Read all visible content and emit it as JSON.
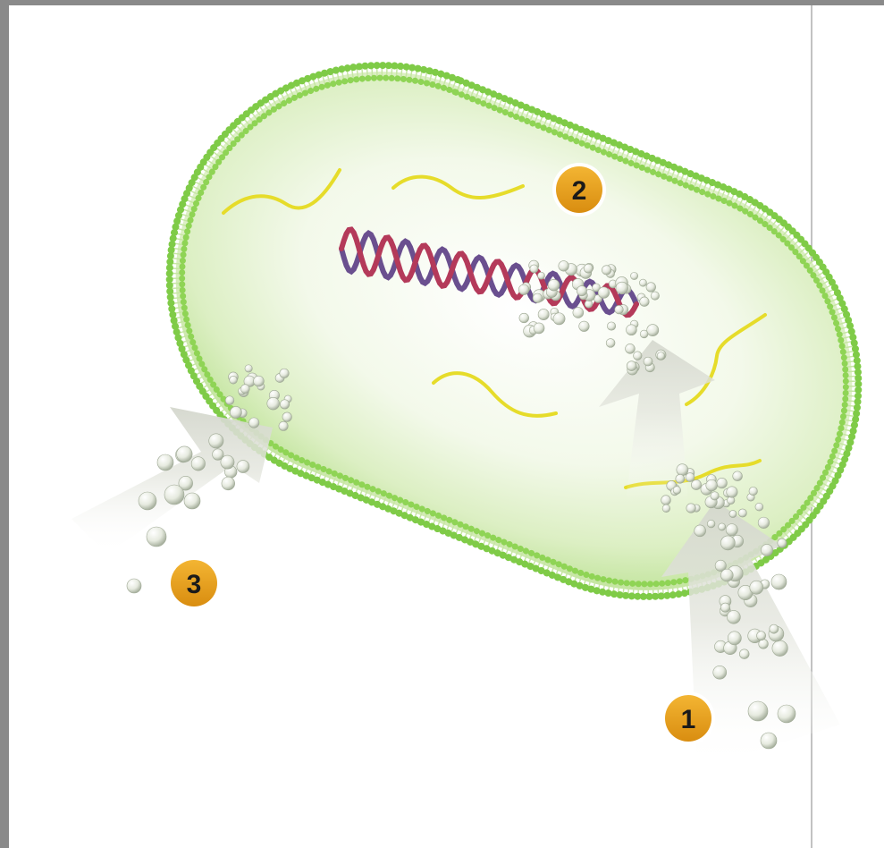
{
  "badges": [
    {
      "id": "badge-1",
      "label": "1"
    },
    {
      "id": "badge-2",
      "label": "2"
    },
    {
      "id": "badge-3",
      "label": "3"
    }
  ],
  "colors": {
    "membrane": "#7cc846",
    "membrane_head": "#8fd455",
    "membrane_tail": "#bfe59a",
    "cytoplasm_glow": "#dff2c4",
    "mrna": "#e6dc2a",
    "dna_strand_a": "#6a4f8f",
    "dna_strand_b": "#b43a5a",
    "particle": "#e8ece2",
    "arrow": "#dcdfd6",
    "badge_fill": "#e8a21a",
    "badge_ring": "#ffffff",
    "page": "#ffffff",
    "gutter": "#8a8a8a"
  }
}
